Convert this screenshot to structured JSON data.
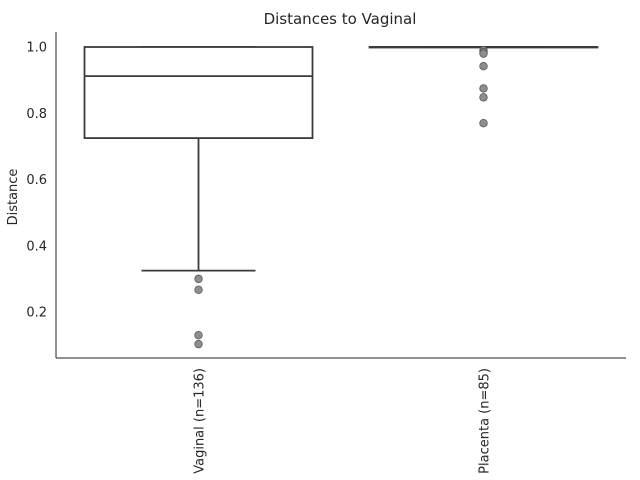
{
  "chart_data": {
    "type": "box",
    "title": "Distances to Vaginal",
    "ylabel": "Distance",
    "xlabel": "",
    "ylim": [
      0.06,
      1.04
    ],
    "yticks": [
      0.2,
      0.4,
      0.6,
      0.8,
      1.0
    ],
    "ytick_labels": [
      "0.2",
      "0.4",
      "0.6",
      "0.8",
      "1.0"
    ],
    "categories": [
      "Vaginal (n=136)",
      "Placenta (n=85)"
    ],
    "boxes": [
      {
        "category": "Vaginal (n=136)",
        "q1": 0.725,
        "median": 0.912,
        "q3": 1.0,
        "whisker_low": 0.325,
        "whisker_high": 1.0,
        "outliers": [
          0.3,
          0.267,
          0.13,
          0.103
        ]
      },
      {
        "category": "Placenta (n=85)",
        "q1": 1.0,
        "median": 1.0,
        "q3": 1.0,
        "whisker_low": 1.0,
        "whisker_high": 1.0,
        "outliers": [
          0.99,
          0.985,
          0.98,
          0.942,
          0.875,
          0.848,
          0.77
        ]
      }
    ],
    "grid": false,
    "colors": {
      "box_edge": "#3a3a3a",
      "outlier_fill": "#8e8e8e",
      "axis": "#262626"
    }
  }
}
